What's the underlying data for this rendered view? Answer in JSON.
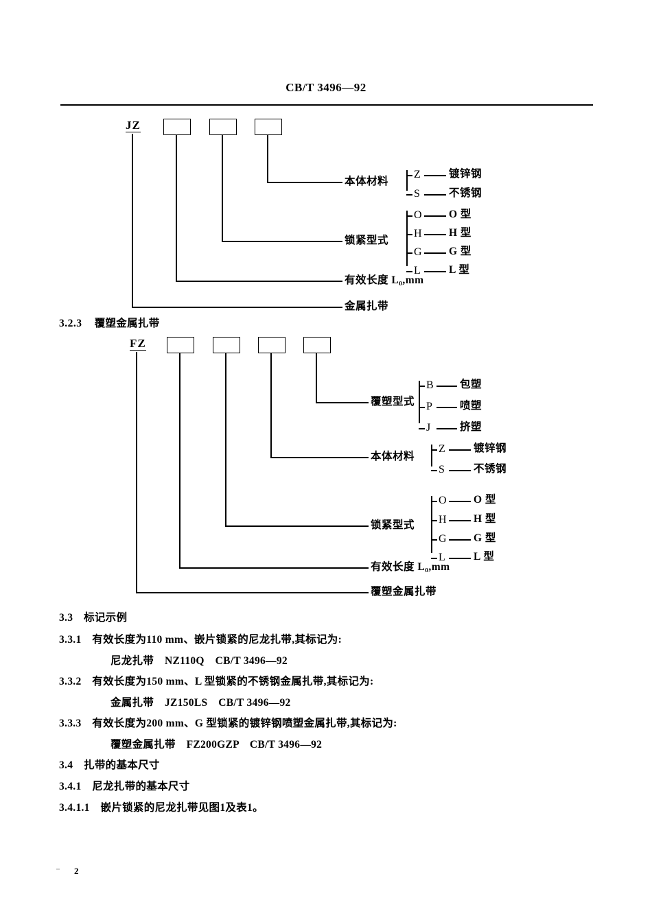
{
  "header": {
    "standard_code": "CB/T 3496—92"
  },
  "diagram_jz": {
    "code": "JZ",
    "slots": 3,
    "leads": [
      {
        "label": "本体材料"
      },
      {
        "label": "锁紧型式"
      },
      {
        "label": "有效长度 L₀,mm"
      },
      {
        "label": "金属扎带"
      }
    ],
    "material_options": [
      {
        "letter": "Z",
        "desc": "镀锌钢"
      },
      {
        "letter": "S",
        "desc": "不锈钢"
      }
    ],
    "lock_options": [
      {
        "letter": "O",
        "desc": "O 型"
      },
      {
        "letter": "H",
        "desc": "H 型"
      },
      {
        "letter": "G",
        "desc": "G 型"
      },
      {
        "letter": "L",
        "desc": "L 型"
      }
    ]
  },
  "section_323": {
    "number": "3.2.3",
    "title": "覆塑金属扎带"
  },
  "diagram_fz": {
    "code": "FZ",
    "slots": 4,
    "leads": [
      {
        "label": "覆塑型式"
      },
      {
        "label": "本体材料"
      },
      {
        "label": "锁紧型式"
      },
      {
        "label": "有效长度 L₀,mm"
      },
      {
        "label": "覆塑金属扎带"
      }
    ],
    "coating_options": [
      {
        "letter": "B",
        "desc": "包塑"
      },
      {
        "letter": "P",
        "desc": "喷塑"
      },
      {
        "letter": "J",
        "desc": "挤塑"
      }
    ],
    "material_options": [
      {
        "letter": "Z",
        "desc": "镀锌钢"
      },
      {
        "letter": "S",
        "desc": "不锈钢"
      }
    ],
    "lock_options": [
      {
        "letter": "O",
        "desc": "O 型"
      },
      {
        "letter": "H",
        "desc": "H 型"
      },
      {
        "letter": "G",
        "desc": "G 型"
      },
      {
        "letter": "L",
        "desc": "L 型"
      }
    ]
  },
  "body": {
    "l_33": "3.3　标记示例",
    "l_331": "3.3.1　有效长度为110 mm、嵌片锁紧的尼龙扎带,其标记为:",
    "l_331_ex": "尼龙扎带　NZ110Q　CB/T 3496—92",
    "l_332": "3.3.2　有效长度为150 mm、L 型锁紧的不锈钢金属扎带,其标记为:",
    "l_332_ex": "金属扎带　JZ150LS　CB/T 3496—92",
    "l_333": "3.3.3　有效长度为200 mm、G 型锁紧的镀锌钢喷塑金属扎带,其标记为:",
    "l_333_ex": "覆塑金属扎带　FZ200GZP　CB/T 3496—92",
    "l_34": "3.4　扎带的基本尺寸",
    "l_341": "3.4.1　尼龙扎带的基本尺寸",
    "l_3411": "3.4.1.1　嵌片锁紧的尼龙扎带见图1及表1。"
  },
  "footer": {
    "page_number": "2"
  }
}
